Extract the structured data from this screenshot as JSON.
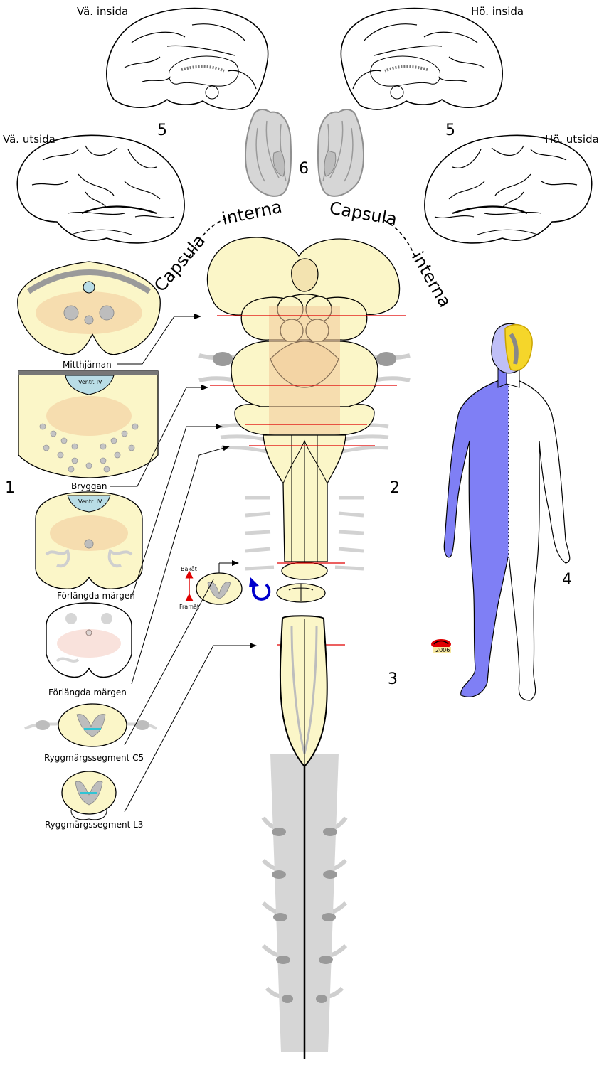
{
  "labels": {
    "left_medial": "Vä. insida",
    "right_medial": "Hö. insida",
    "left_lateral": "Vä. utsida",
    "right_lateral": "Hö. utsida",
    "num_5_left": "5",
    "num_5_right": "5",
    "num_6": "6",
    "num_1": "1",
    "num_2": "2",
    "num_3": "3",
    "num_4": "4",
    "capsula_left": "Capsula",
    "interna_left": "interna",
    "capsula_right": "Capsula",
    "interna_right": "interna",
    "sections": {
      "midbrain": "Mitthjärnan",
      "pons": "Bryggan",
      "medulla_upper": "Förlängda märgen",
      "medulla_lower": "Förlängda märgen",
      "cord_c5": "Ryggmärgssegment C5",
      "cord_l3": "Ryggmärgssegment L3"
    },
    "ventricle_1": "Ventr. IV",
    "ventricle_2": "Ventr. IV",
    "direction_back": "Bakåt",
    "direction_front": "Framåt",
    "signature_year": "2006"
  },
  "colors": {
    "cream": "#fbf6c8",
    "tan": "#f2c99a",
    "grey": "#bdbdbd",
    "ventricle": "#b9dde6",
    "pathway_red": "#e00000",
    "body_blue": "#7f7ff5",
    "cortex_yellow": "#f5d62a",
    "arrow_blue": "#0000cc"
  },
  "icons": {
    "rotate_arrow": "curved-arrow-icon",
    "direction_arrow": "up-down-arrow-icon",
    "signature": "signature-logo"
  }
}
